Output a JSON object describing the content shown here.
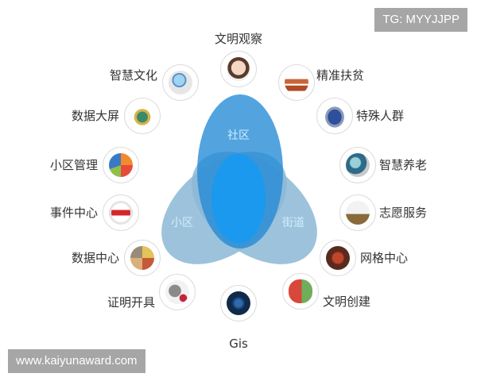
{
  "watermarks": {
    "top_right": "TG: MYYJJPP",
    "bottom_left": "www.kaiyunaward.com"
  },
  "venn": {
    "top": {
      "label": "社区",
      "color": "#2389d6"
    },
    "left": {
      "label": "小区",
      "color": "#8cb8d6"
    },
    "right": {
      "label": "街道",
      "color": "#8cb8d6"
    },
    "center_color": "#1a99ee"
  },
  "modules": [
    {
      "id": "wenming-guancha",
      "label": "文明观察",
      "icon": "portrait-photo-icon",
      "side": "top"
    },
    {
      "id": "zhihui-wenhua",
      "label": "智慧文化",
      "icon": "magnifier-document-icon",
      "side": "left"
    },
    {
      "id": "jingzhun-fupin",
      "label": "精准扶贫",
      "icon": "traffic-cone-icon",
      "side": "right"
    },
    {
      "id": "shuju-daping",
      "label": "数据大屏",
      "icon": "globe-icon",
      "side": "left"
    },
    {
      "id": "teshu-renqun",
      "label": "特殊人群",
      "icon": "vehicle-icon",
      "side": "right"
    },
    {
      "id": "xiaoqu-guanli",
      "label": "小区管理",
      "icon": "colorful-blocks-icon",
      "side": "left"
    },
    {
      "id": "zhihui-yanglao",
      "label": "智慧养老",
      "icon": "landscape-photo-icon",
      "side": "right"
    },
    {
      "id": "shijian-zhongxin",
      "label": "事件中心",
      "icon": "first-aid-kit-icon",
      "side": "left"
    },
    {
      "id": "zhiyuan-fuwu",
      "label": "志愿服务",
      "icon": "wind-turbine-icon",
      "side": "right"
    },
    {
      "id": "shuju-zhongxin",
      "label": "数据中心",
      "icon": "photo-collage-icon",
      "side": "left"
    },
    {
      "id": "wangge-zhongxin",
      "label": "网格中心",
      "icon": "building-photo-icon",
      "side": "right"
    },
    {
      "id": "zhengming-kaiju",
      "label": "证明开具",
      "icon": "gift-question-icon",
      "side": "left"
    },
    {
      "id": "wenming-chuangjian",
      "label": "文明创建",
      "icon": "red-green-heads-icon",
      "side": "right"
    },
    {
      "id": "gis",
      "label": "Gis",
      "icon": "network-map-icon",
      "side": "bottom"
    }
  ]
}
